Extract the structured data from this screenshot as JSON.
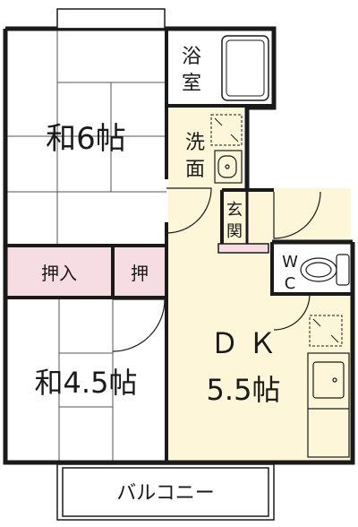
{
  "floor_plan": {
    "rooms": {
      "washitsu_6": {
        "label": "和6帖"
      },
      "washitsu_45": {
        "label": "和4.5帖"
      },
      "oshiire_left": {
        "label": "押入"
      },
      "oshiire_right": {
        "label": "押"
      },
      "bath": {
        "label_line1": "浴",
        "label_line2": "室"
      },
      "washroom": {
        "label_line1": "洗",
        "label_line2": "面"
      },
      "entrance": {
        "label_line1": "玄",
        "label_line2": "関"
      },
      "toilet": {
        "label_line1": "W",
        "label_line2": "C"
      },
      "dk": {
        "label_line1": "Ｄ Ｋ",
        "label_line2": "5.5帖"
      }
    },
    "balcony": {
      "label": "バルコニー"
    }
  },
  "colors": {
    "wall": "#1a1a1a",
    "washitsu_fill": "#ffffff",
    "oshiire_fill": "#f6dde3",
    "wet_area_fill": "#ffffff",
    "dk_fill": "#fdf6d8",
    "entrance_fill": "#f6dde3"
  }
}
